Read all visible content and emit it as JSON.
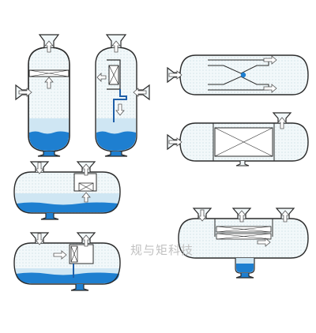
{
  "watermark": "规与矩科技",
  "colors": {
    "vessel_fill": "#eef6f8",
    "liquid_light": "#cfe6f3",
    "liquid_dark": "#1e7fd0",
    "stroke": "#2b2b2b",
    "arrow_fill": "#ffffff",
    "pipe_blue": "#1f5fa8"
  },
  "vessels": [
    {
      "name": "vertical-separator-mesh-pad",
      "orientation": "vertical"
    },
    {
      "name": "vertical-separator-vane-pack-downcomer",
      "orientation": "vertical"
    },
    {
      "name": "horizontal-separator-weir-boot",
      "orientation": "horizontal"
    },
    {
      "name": "horizontal-separator-vane-pack-downcomer",
      "orientation": "horizontal"
    },
    {
      "name": "horizontal-gas-scrubber-vane-baffle",
      "orientation": "horizontal"
    },
    {
      "name": "horizontal-filter-separator",
      "orientation": "horizontal"
    },
    {
      "name": "horizontal-separator-boot-coalescer",
      "orientation": "horizontal"
    }
  ]
}
